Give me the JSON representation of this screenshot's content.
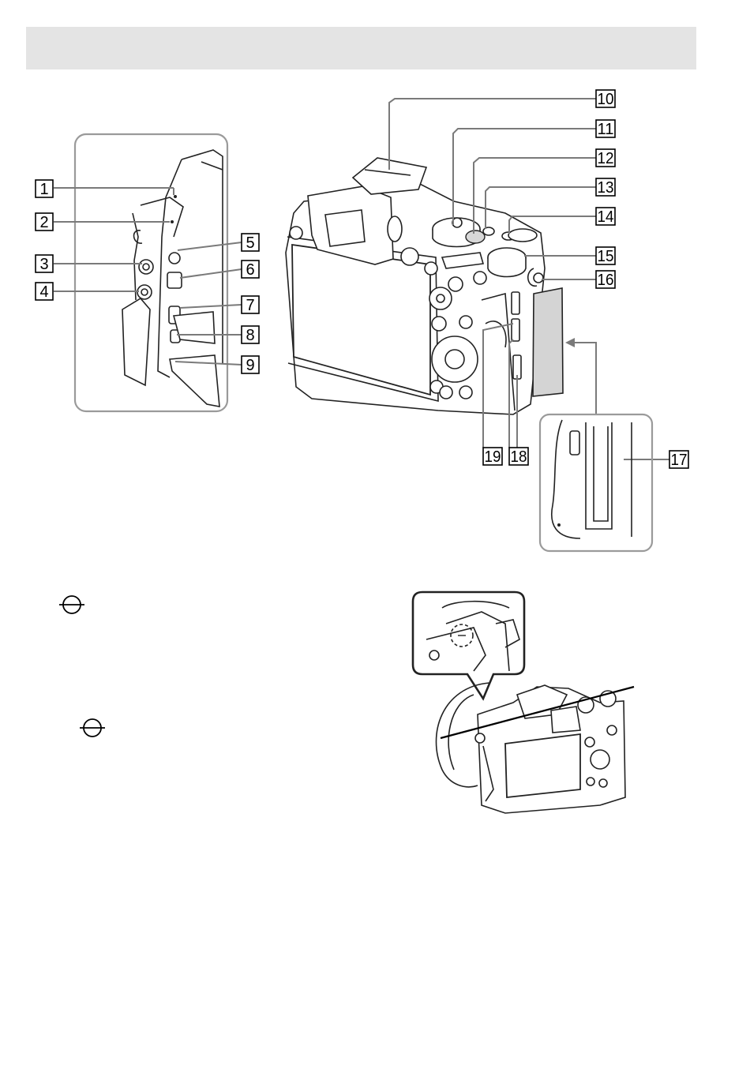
{
  "callouts": [
    "1",
    "2",
    "3",
    "4",
    "5",
    "6",
    "7",
    "8",
    "9",
    "10",
    "11",
    "12",
    "13",
    "14",
    "15",
    "16",
    "17",
    "18",
    "19"
  ],
  "icons": {
    "mark_1": "image-sensor-position-mark-icon",
    "mark_2": "image-sensor-position-mark-icon"
  },
  "colors": {
    "header_band": "#e4e4e4",
    "leader_line": "#7a7a7a",
    "grip_fill": "#d4d4d4"
  }
}
